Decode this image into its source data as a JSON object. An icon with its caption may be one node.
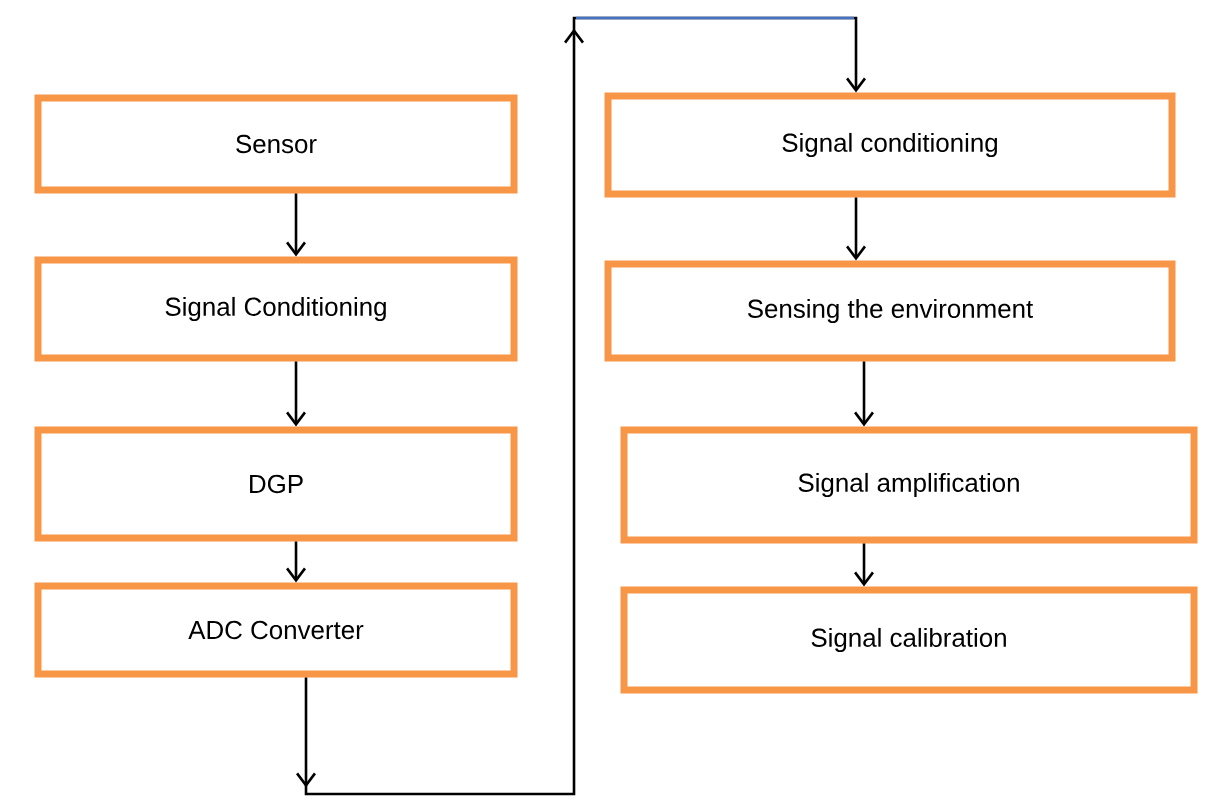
{
  "diagram": {
    "nodes": [
      {
        "text": [
          "Sensor"
        ]
      },
      {
        "text": [
          "Signal  Conditioning"
        ]
      },
      {
        "text": [
          "DGP"
        ]
      },
      {
        "text": [
          "ADC Converter"
        ]
      },
      {
        "text": [
          "Signal conditioning"
        ]
      },
      {
        "text": [
          "Sensing the environment"
        ]
      },
      {
        "text": [
          "Signal amplification"
        ]
      },
      {
        "text": [
          "Signal calibration"
        ]
      }
    ],
    "edges": [
      {
        "from": 0,
        "to": 1,
        "arrow": "to"
      },
      {
        "from": 1,
        "to": 2,
        "arrow": "to"
      },
      {
        "from": 2,
        "to": 3,
        "arrow": "to"
      },
      {
        "from": 3,
        "to": 4,
        "arrow": "to"
      },
      {
        "from": 4,
        "to": 5,
        "arrow": "to"
      },
      {
        "from": 5,
        "to": 6,
        "arrow": "to"
      },
      {
        "from": 6,
        "to": 7,
        "arrow": "to"
      }
    ]
  }
}
